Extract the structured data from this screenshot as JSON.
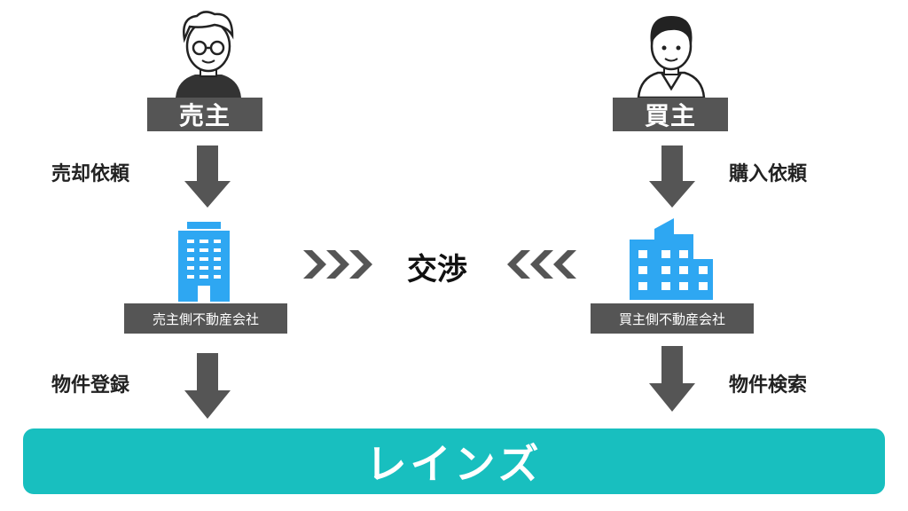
{
  "seller": {
    "label": "売主",
    "action": "売却依頼",
    "company": "売主側不動産会社",
    "company_action": "物件登録"
  },
  "buyer": {
    "label": "買主",
    "action": "購入依頼",
    "company": "買主側不動産会社",
    "company_action": "物件検索"
  },
  "center": {
    "label": "交渉"
  },
  "system": {
    "label": "レインズ"
  },
  "colors": {
    "label_bg": "#555555",
    "arrow": "#555555",
    "building": "#2ea7f2",
    "reins": "#18bfbf"
  },
  "icons": [
    "seller-person-icon",
    "buyer-person-icon",
    "office-tower-icon",
    "apartment-building-icon",
    "chevron-right-icon",
    "chevron-left-icon",
    "down-arrow-icon"
  ]
}
